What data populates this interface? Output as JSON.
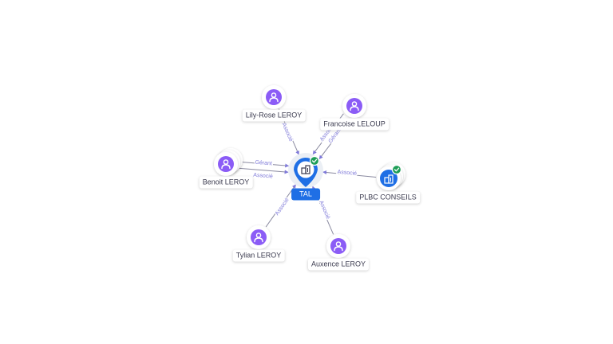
{
  "center": {
    "label": "TAL",
    "type": "company",
    "verified": true
  },
  "nodes": [
    {
      "id": "lily",
      "label": "Lily-Rose LEROY",
      "type": "person"
    },
    {
      "id": "francoise",
      "label": "Francoise LELOUP",
      "type": "person"
    },
    {
      "id": "benoit",
      "label": "Benoit LEROY",
      "type": "person"
    },
    {
      "id": "plbc",
      "label": "PLBC CONSEILS",
      "type": "company",
      "verified": true
    },
    {
      "id": "tylian",
      "label": "Tylian LEROY",
      "type": "person"
    },
    {
      "id": "auxence",
      "label": "Auxence LEROY",
      "type": "person"
    }
  ],
  "edges": [
    {
      "from": "lily",
      "role": "Associé"
    },
    {
      "from": "francoise",
      "role": "Gérant"
    },
    {
      "from": "francoise",
      "role": "Associé"
    },
    {
      "from": "benoit",
      "role": "Gérant"
    },
    {
      "from": "benoit",
      "role": "Associé"
    },
    {
      "from": "plbc",
      "role": "Associé"
    },
    {
      "from": "tylian",
      "role": "Associé"
    },
    {
      "from": "auxence",
      "role": "Associé"
    }
  ],
  "colors": {
    "person": "#8b5cf6",
    "company": "#1f6fe5",
    "edge": "#7f7ad9",
    "verified": "#1e9e57"
  }
}
